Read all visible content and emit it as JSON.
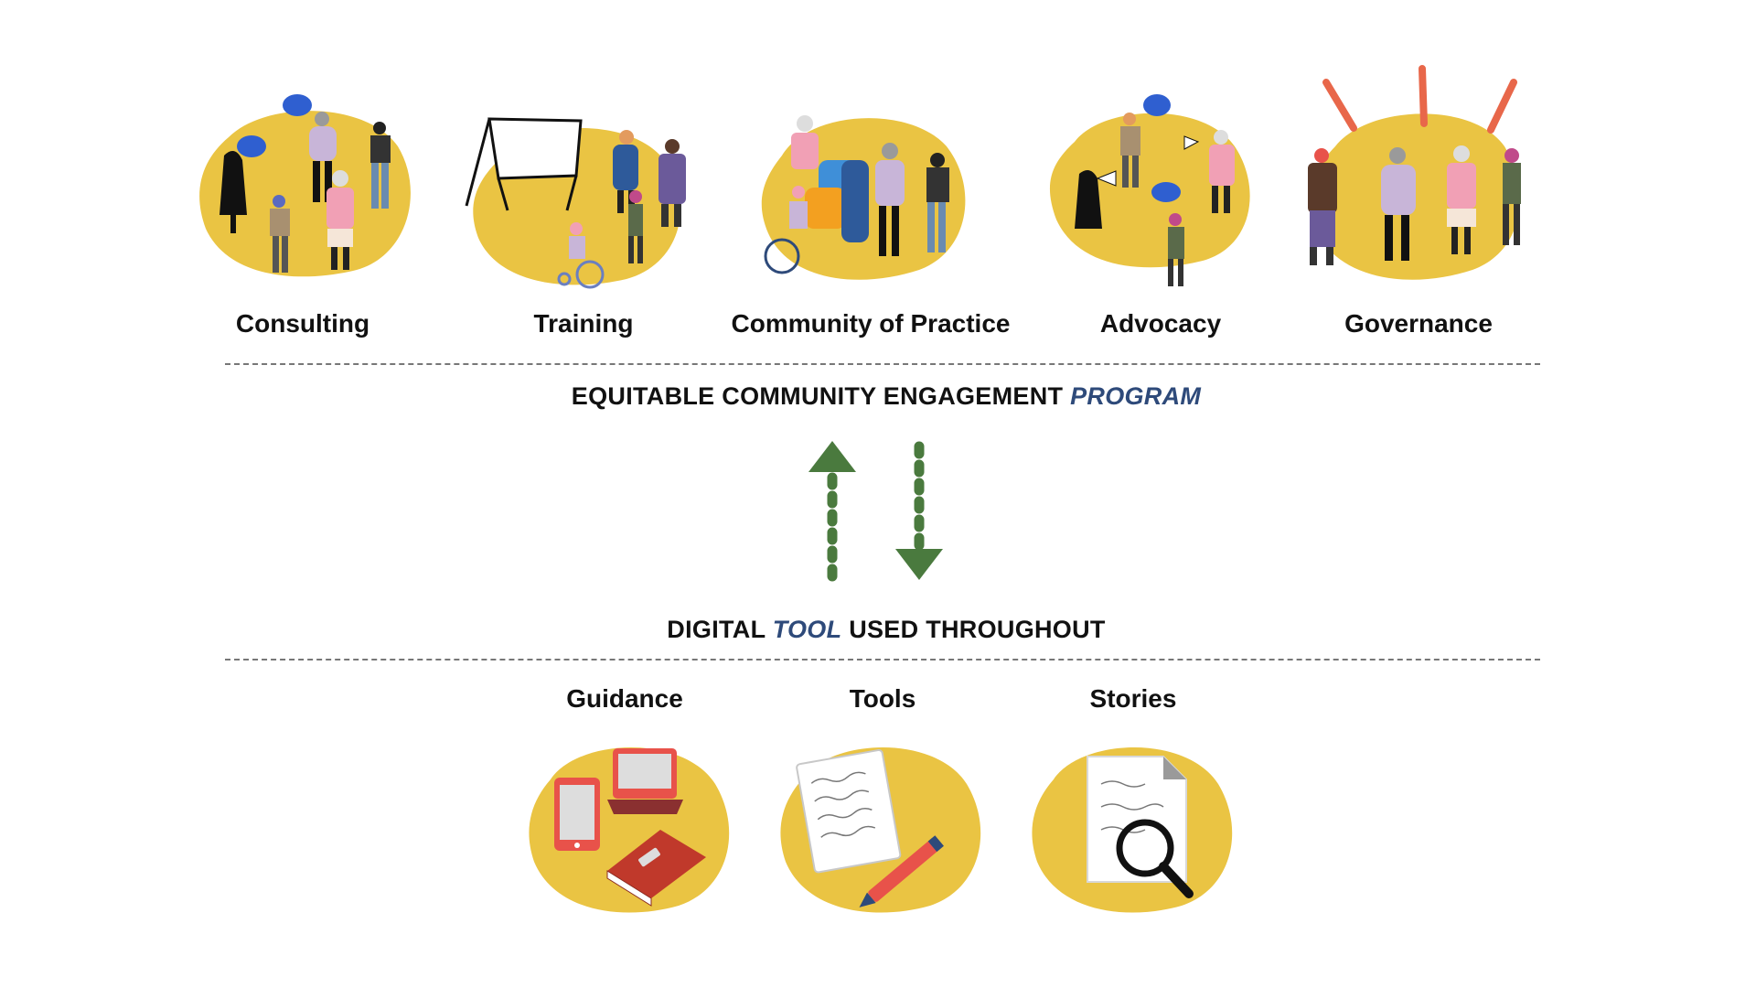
{
  "program_items": [
    {
      "label": "Consulting"
    },
    {
      "label": "Training"
    },
    {
      "label": "Community of Practice"
    },
    {
      "label": "Advocacy"
    },
    {
      "label": "Governance"
    }
  ],
  "program_heading": {
    "text": "EQUITABLE COMMUNITY ENGAGEMENT ",
    "emphasis": "PROGRAM"
  },
  "tool_heading": {
    "pre": "DIGITAL ",
    "emphasis": "TOOL",
    "post": " USED THROUGHOUT"
  },
  "tool_items": [
    {
      "label": "Guidance"
    },
    {
      "label": "Tools"
    },
    {
      "label": "Stories"
    }
  ],
  "colors": {
    "blob": "#EAC443",
    "arrow": "#4A7A3E",
    "emphasis": "#2E4A7A",
    "rule": "#777777",
    "accent_red": "#E8524A",
    "ray": "#E8674A"
  },
  "icons": [
    "people-consulting-icon",
    "training-easel-icon",
    "puzzle-community-icon",
    "megaphone-advocacy-icon",
    "governance-people-icon",
    "devices-book-icon",
    "paper-pencil-icon",
    "document-magnifier-icon",
    "up-arrow-icon",
    "down-arrow-icon"
  ]
}
